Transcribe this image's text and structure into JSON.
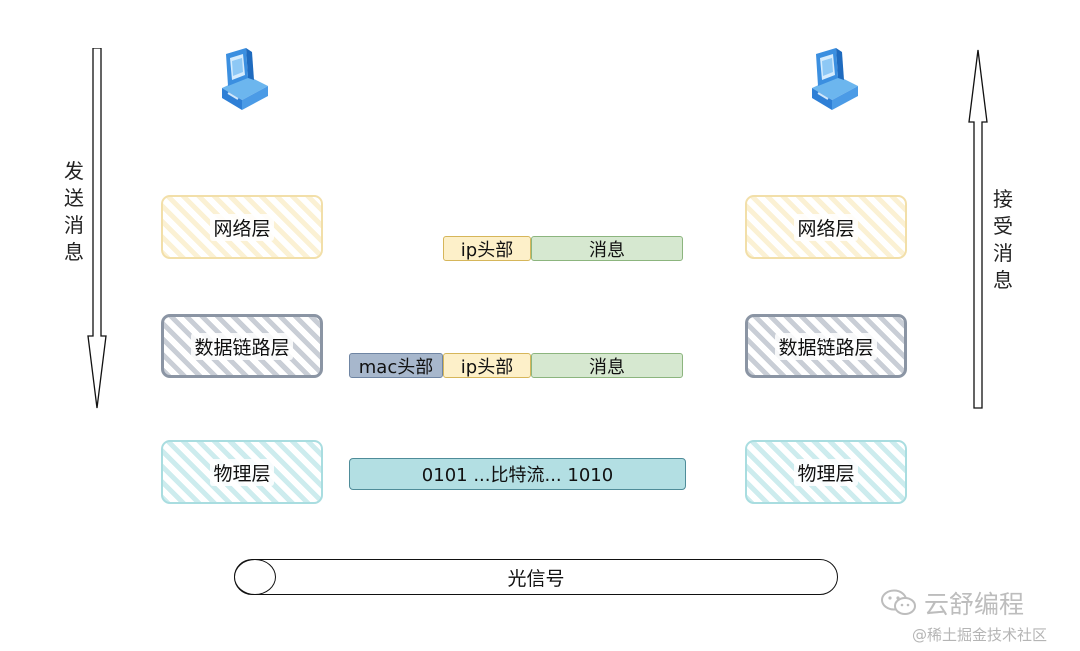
{
  "left_side": {
    "direction_label": "发送消息",
    "layers": {
      "network": "网络层",
      "datalink": "数据链路层",
      "physical": "物理层"
    }
  },
  "right_side": {
    "direction_label": "接受消息",
    "layers": {
      "network": "网络层",
      "datalink": "数据链路层",
      "physical": "物理层"
    }
  },
  "packets": {
    "network": {
      "ip_header": "ip头部",
      "message": "消息"
    },
    "datalink": {
      "mac_header": "mac头部",
      "ip_header": "ip头部",
      "message": "消息"
    },
    "physical": {
      "bitstream": "0101 ...比特流... 1010"
    }
  },
  "medium": {
    "label": "光信号"
  },
  "watermark": {
    "brand": "云舒编程",
    "source": "@稀土掘金技术社区"
  },
  "icons": {
    "sender": "computer-icon",
    "receiver": "computer-icon",
    "brand": "wechat-icon"
  },
  "colors": {
    "network_border": "#f2dfa9",
    "datalink_border": "#8b95a4",
    "physical_border": "#a9dde0",
    "ip_fill": "#fdf0c9",
    "message_fill": "#d6e8d0",
    "mac_fill": "#a7b7cc",
    "bits_fill": "#b3dfe3"
  }
}
